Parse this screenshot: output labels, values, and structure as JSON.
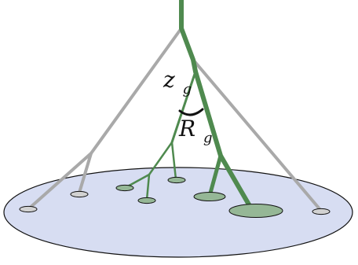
{
  "diagram": {
    "labels": {
      "z_main": "z",
      "z_sub": "g",
      "r_main": "R",
      "r_sub": "g"
    },
    "colors": {
      "disk_fill": "#d7ddf2",
      "disk_stroke": "#111111",
      "gray_branch": "#a9a9a9",
      "green_branch": "#4f8a4f",
      "green_blob": "#95b796",
      "gray_blob": "#d2d2d2",
      "angle_arc": "#111111"
    }
  }
}
